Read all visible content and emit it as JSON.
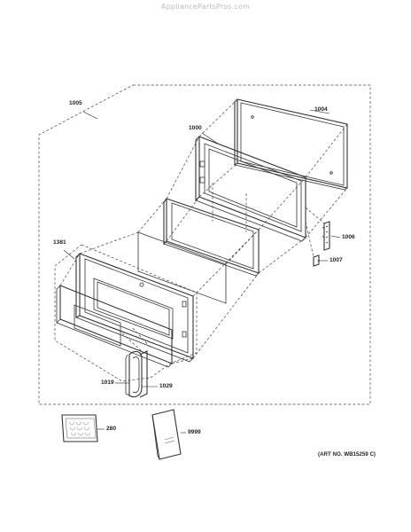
{
  "watermark": "AppliancePartsPros.com",
  "art_number": "(ART NO. WB15259 C)",
  "callouts": {
    "c1005": "1005",
    "c1004": "1004",
    "c1000": "1000",
    "c1381": "1381",
    "c1006": "1006",
    "c1007": "1007",
    "c1019": "1019",
    "c1029": "1029",
    "c280": "280",
    "c9999": "9999"
  }
}
